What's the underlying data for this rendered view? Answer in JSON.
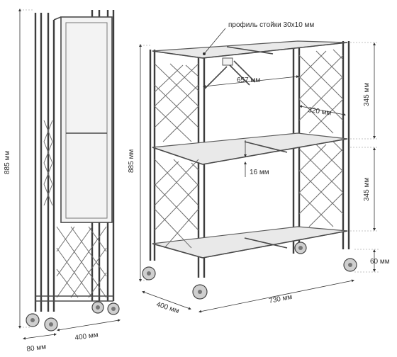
{
  "labels": {
    "profile": "профиль стойки  30x10 мм",
    "side_height": "885 мм",
    "front_height": "885 мм",
    "inner_width": "657 мм",
    "inner_depth": "320 мм",
    "shelf_gap_top": "345 мм",
    "shelf_gap_bottom": "345 мм",
    "shelf_thickness": "16 мм",
    "wheel_height": "60 мм",
    "depth": "400 мм",
    "width": "730 мм",
    "folded_width": "400 мм",
    "folded_thickness": "80 мм"
  },
  "colors": {
    "frame": "#4a4a4a",
    "shelf": "#e9e9e9",
    "dimension": "#333333"
  }
}
